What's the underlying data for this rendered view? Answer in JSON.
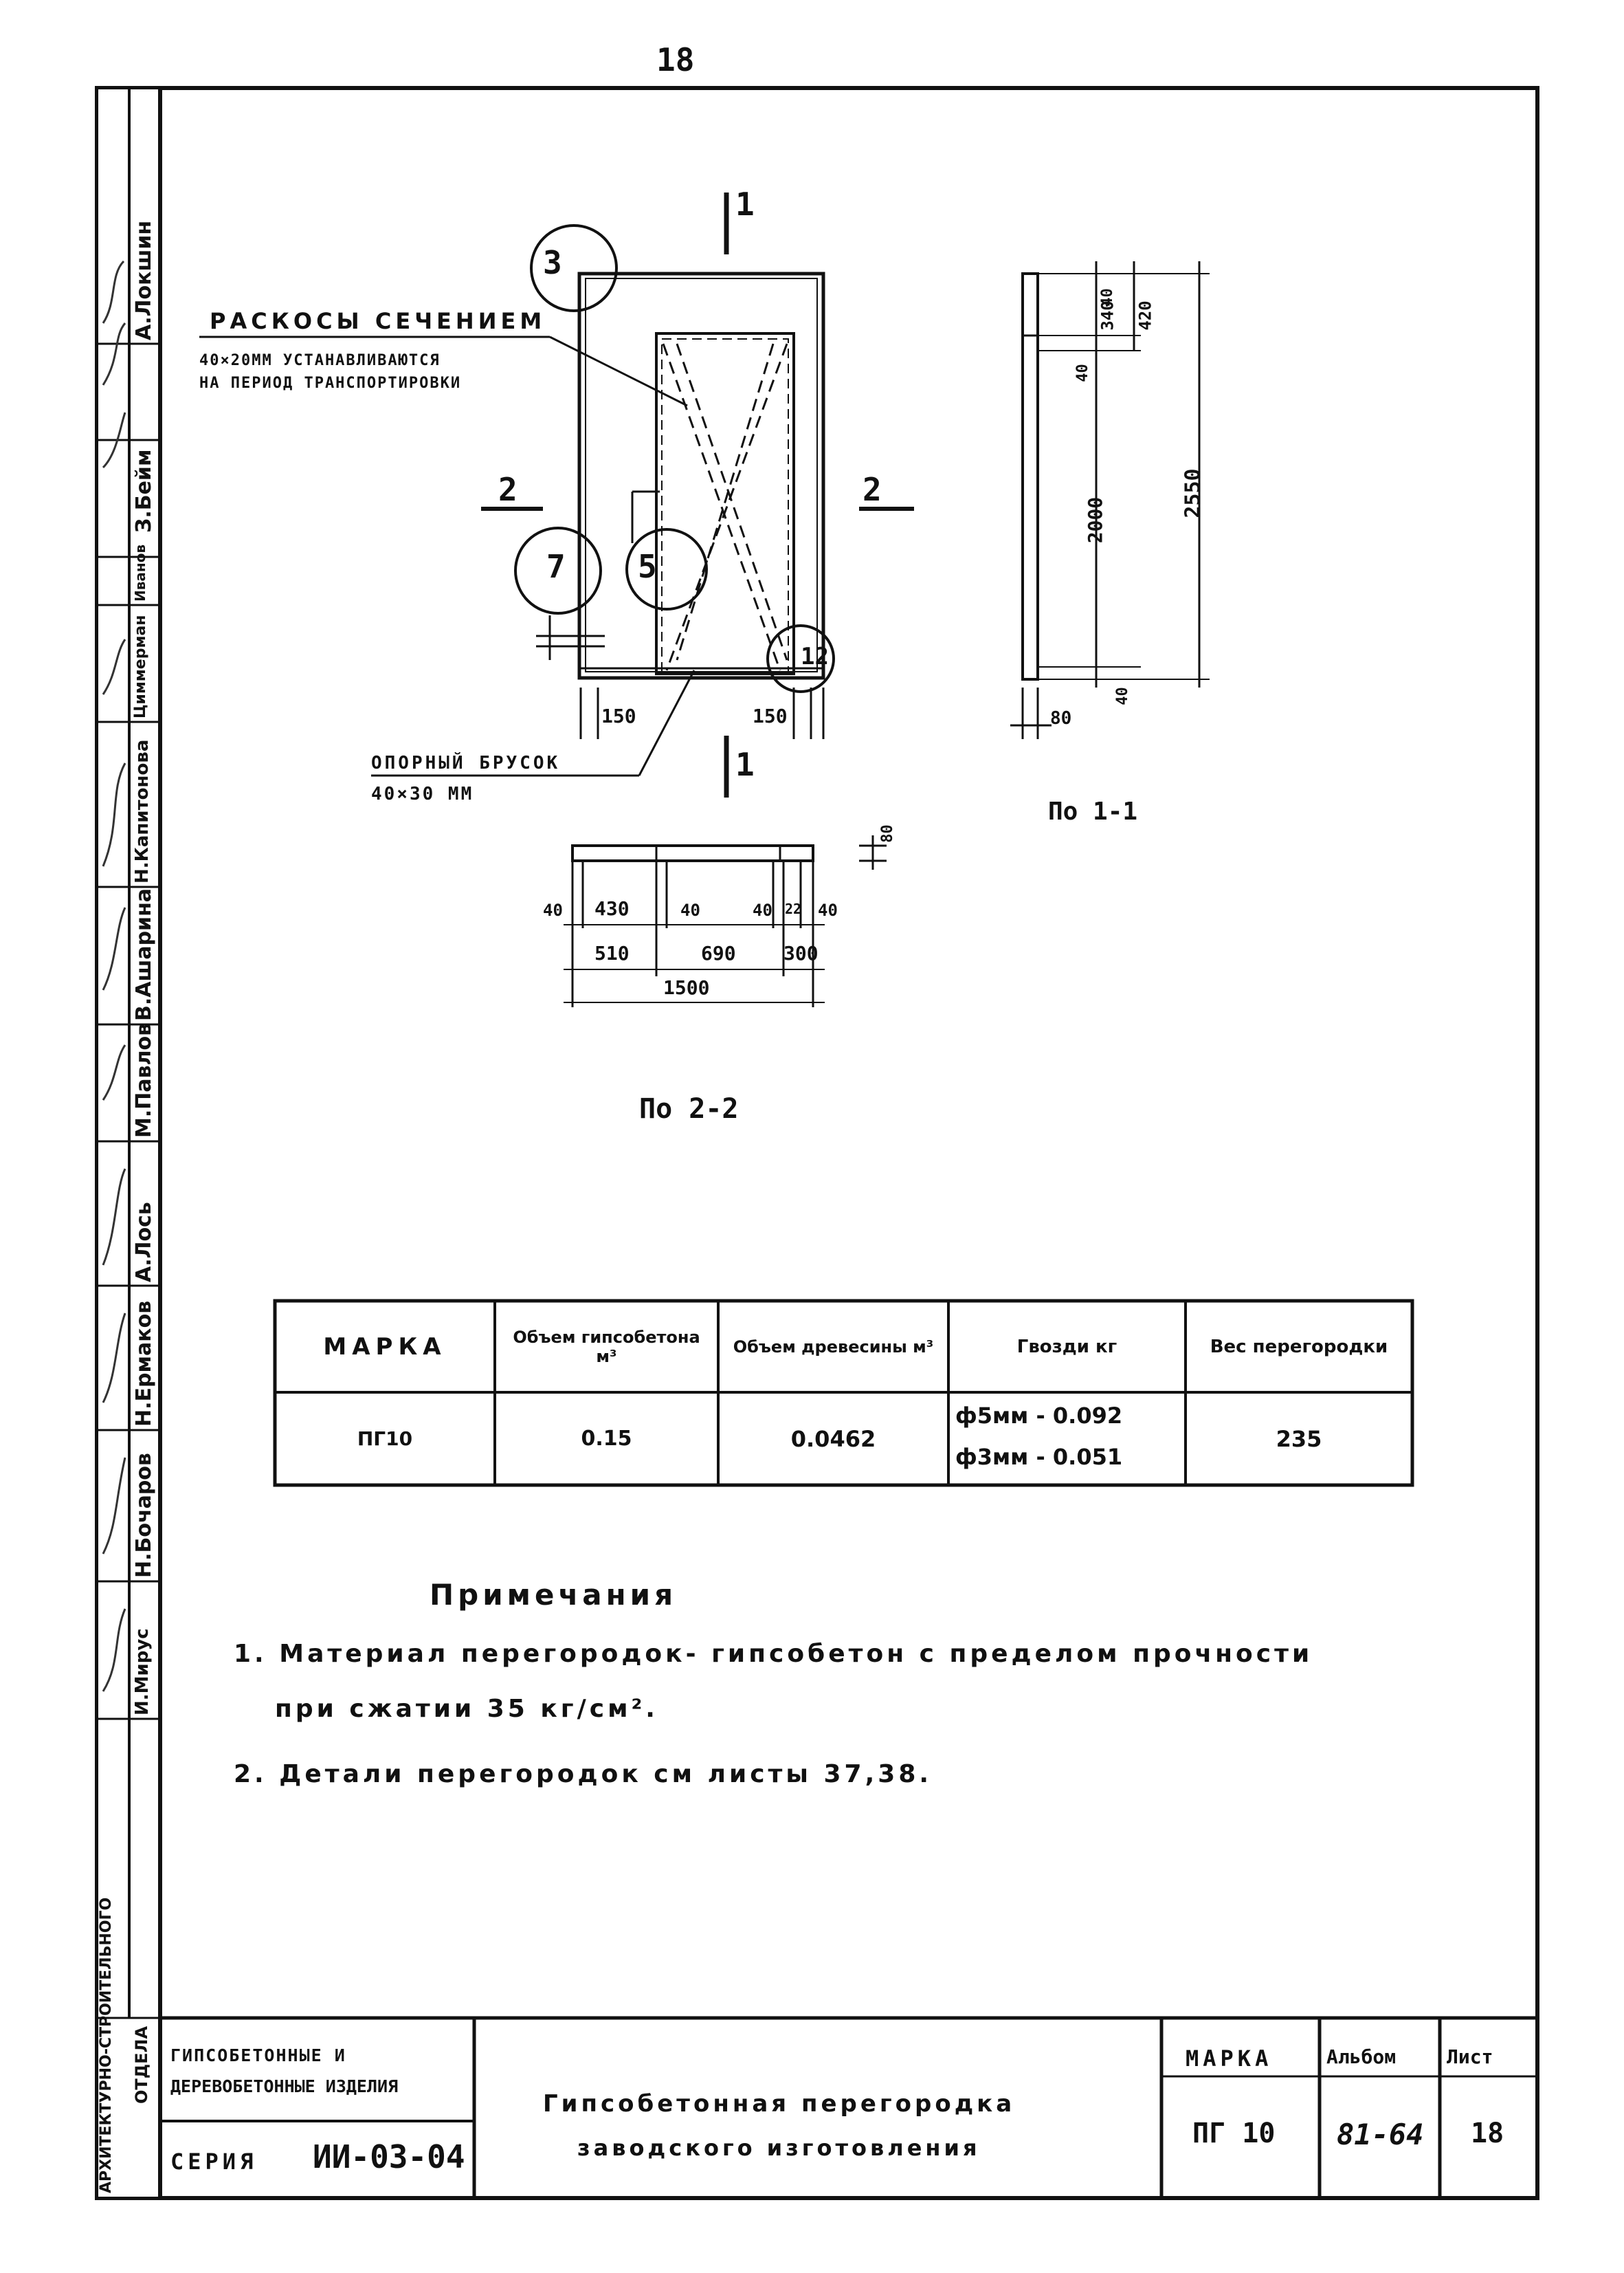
{
  "page_number": "18",
  "drawing": {
    "section_mark_top": "1",
    "section_mark_bottom": "1",
    "section_mark_left": "2",
    "section_mark_right": "2",
    "callout_3": "3",
    "callout_7": "7",
    "callout_5": "5",
    "callout_12": "12",
    "braces_note_line1": "РАСКОСЫ СЕЧЕНИЕМ",
    "braces_note_line2": "40×20ММ УСТАНАВЛИВАЮТСЯ",
    "braces_note_line3": "НА ПЕРИОД ТРАНСПОРТИРОВКИ",
    "support_bar_line1": "ОПОРНЫЙ БРУСОК",
    "support_bar_line2": "40×30 ММ",
    "dim_150_left": "150",
    "dim_150_right": "150"
  },
  "section_1_1": {
    "title": "По 1-1",
    "dims": {
      "d40_top": "40",
      "d340": "340",
      "d420": "420",
      "d40_mid": "40",
      "d2000": "2000",
      "d2550": "2550",
      "d40_bottom": "40",
      "d80": "80"
    }
  },
  "section_2_2": {
    "title": "По 2-2",
    "dims": {
      "d40a": "40",
      "d430": "430",
      "d40b": "40",
      "d40c": "40",
      "d22": "22",
      "d40d": "40",
      "d510": "510",
      "d690": "690",
      "d300": "300",
      "d1500": "1500",
      "d80": "80"
    }
  },
  "table": {
    "headers": [
      "МАРКА",
      "Объем гипсобетона м³",
      "Объем древесины м³",
      "Гвозди кг",
      "Вес перегородки"
    ],
    "row": {
      "mark": "ПГ10",
      "gypsum": "0.15",
      "wood": "0.0462",
      "nails_1": "ф5мм - 0.092",
      "nails_2": "ф3мм - 0.051",
      "weight": "235"
    }
  },
  "notes": {
    "title": "Примечания",
    "line1": "1. Материал перегородок- гипсобетон с пределом прочности",
    "line1b": "при сжатии 35 кг/см².",
    "line2": "2. Детали перегородок см листы 37,38."
  },
  "titleblock": {
    "category_line1": "ГИПСОБЕТОННЫЕ И",
    "category_line2": "ДЕРЕВОБЕТОННЫЕ ИЗДЕЛИЯ",
    "series_label": "СЕРИЯ",
    "series_value": "ИИ-03-04",
    "name_line1": "Гипсобетонная перегородка",
    "name_line2": "заводского изготовления",
    "mark_label": "МАРКА",
    "mark_value": "ПГ 10",
    "album_label": "Альбом",
    "album_value": "81-64",
    "sheet_label": "Лист",
    "sheet_value": "18"
  },
  "sidebar": {
    "names": [
      "А.Локшин",
      "З.Бейм",
      "Иванов",
      "Циммерман",
      "Н.Капитонова",
      "В.Ашарина",
      "М.Павлов",
      "А.Лось",
      "Н.Ермаков",
      "Н.Бочаров",
      "И.Мирус"
    ],
    "dept_line1": "АРХИТЕКТУРНО-СТРОИТЕЛЬНОГО",
    "dept_line2": "ОТДЕЛА"
  }
}
